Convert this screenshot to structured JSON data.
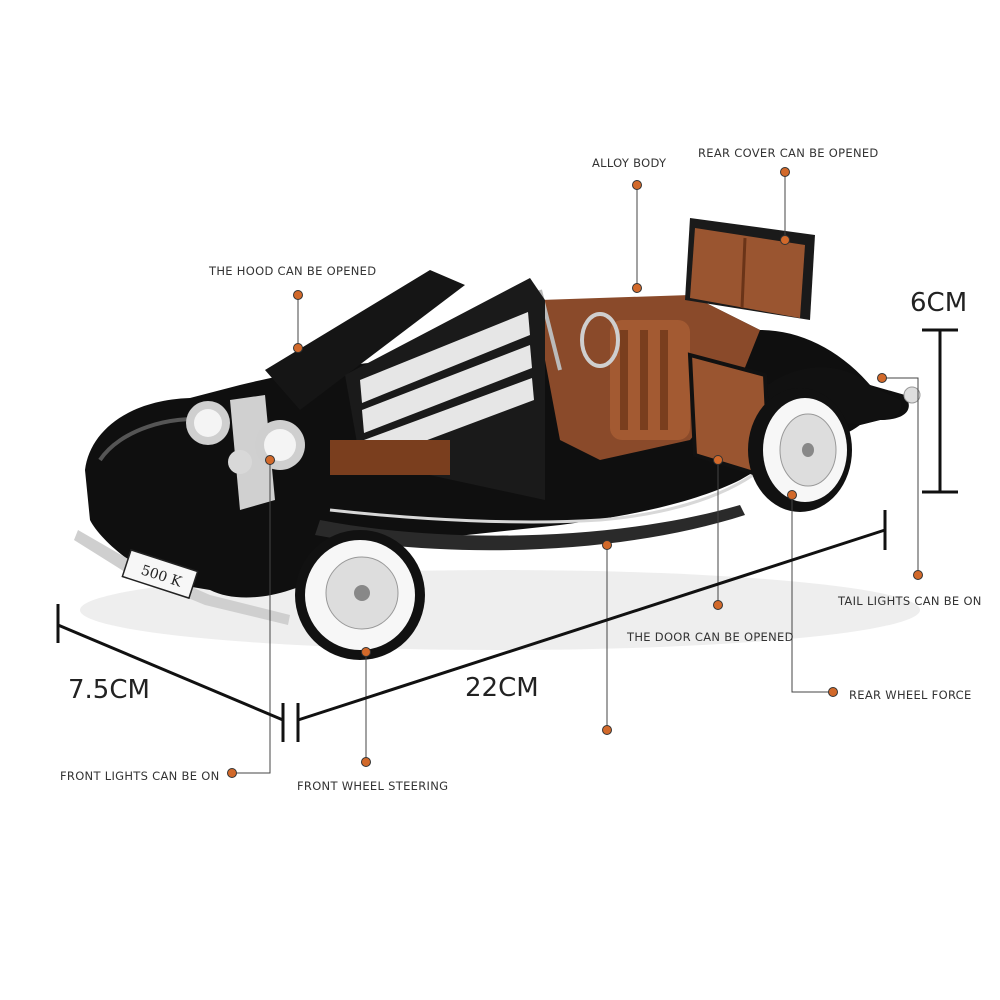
{
  "callouts": {
    "alloy_body": "ALLOY BODY",
    "rear_cover": "REAR COVER CAN BE OPENED",
    "hood": "THE HOOD CAN BE OPENED",
    "tail_lights": "TAIL LIGHTS CAN BE ON",
    "door": "THE DOOR CAN BE OPENED",
    "rear_wheel": "REAR WHEEL FORCE",
    "front_lights": "FRONT LIGHTS CAN BE ON",
    "front_wheel": "FRONT WHEEL STEERING"
  },
  "dimensions": {
    "height": "6CM",
    "width": "7.5CM",
    "length": "22CM"
  },
  "plate": "500 K",
  "colors": {
    "dot": "#d2692a",
    "body": "#111111",
    "interior": "#8a4a2a",
    "chrome": "#c8c8c8"
  }
}
